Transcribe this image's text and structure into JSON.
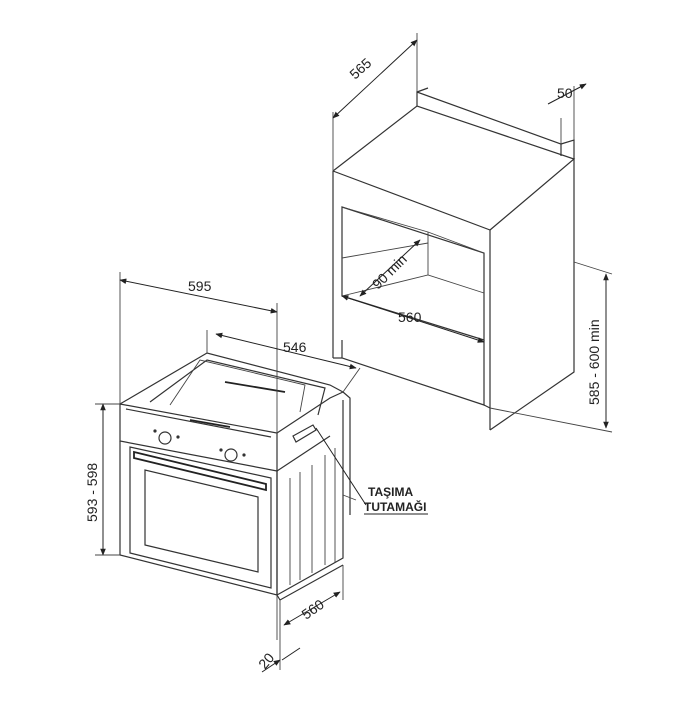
{
  "dimensions": {
    "cabinet_depth": "565",
    "cabinet_frame": "50",
    "niche_depth": "90 min",
    "niche_width": "560",
    "niche_height": "585 - 600 min",
    "oven_width": "595",
    "oven_body_width": "546",
    "oven_height": "593 - 598",
    "oven_depth": "560",
    "front_panel": "20"
  },
  "label": {
    "line1": "TAŞIMA",
    "line2": "TUTAMAĞI"
  }
}
